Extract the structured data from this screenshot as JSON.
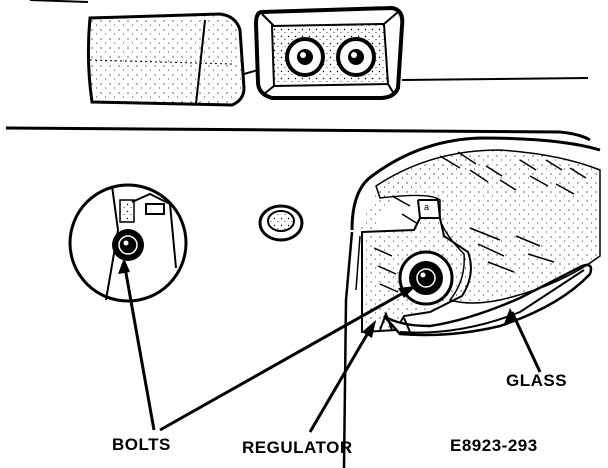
{
  "labels": {
    "glass": "GLASS",
    "bolts": "BOLTS",
    "regulator": "REGULATOR",
    "figure_id": "E8923-293"
  },
  "colors": {
    "ink": "#000000",
    "paper": "#ffffff"
  }
}
